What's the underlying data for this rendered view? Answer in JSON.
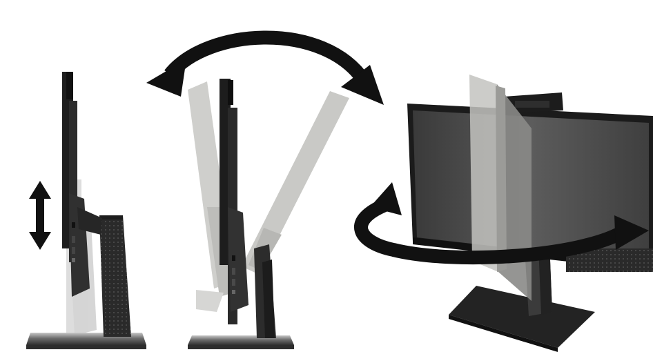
{
  "figure": {
    "panels": [
      {
        "id": "height-adjust",
        "motion": "vertical-arrow"
      },
      {
        "id": "tilt-adjust",
        "motion": "curved-double-arrow"
      },
      {
        "id": "swivel-adjust",
        "motion": "circular-arrow"
      }
    ],
    "colors": {
      "monitor_dark": "#2b2b2b",
      "monitor_edge": "#1a1a1a",
      "ghost": "#cfcfcc",
      "ghost_dark": "#b9b9b6",
      "arrow": "#111111",
      "stand_base": "#3a3a3a",
      "stand_base_light": "#a9a9a9",
      "screen_gray": "#5a5a5a"
    }
  }
}
